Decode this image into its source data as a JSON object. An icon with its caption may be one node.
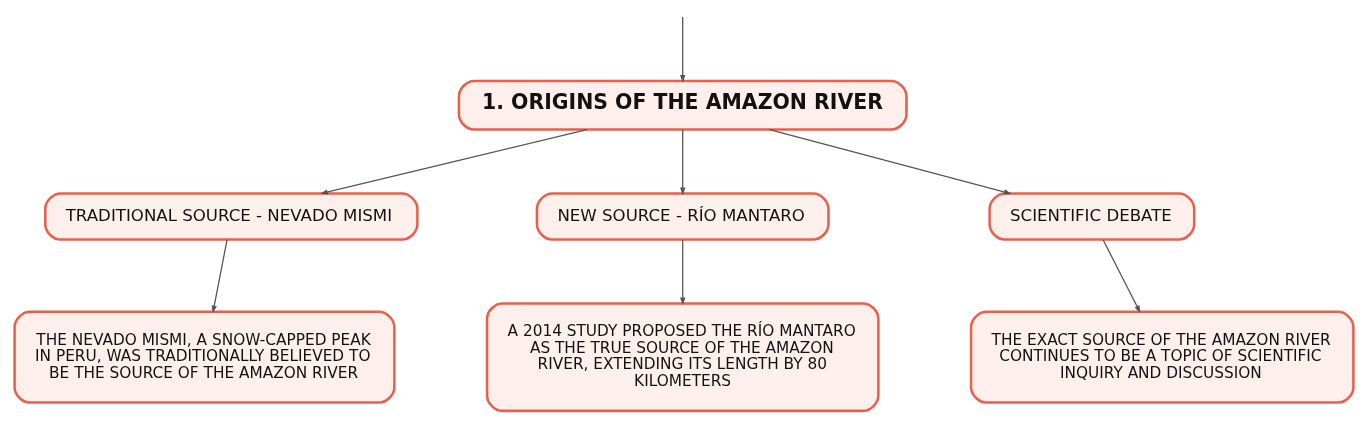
{
  "diagram": {
    "nodes": [
      {
        "text": [
          "1. ORIGINS OF THE AMAZON RIVER"
        ]
      },
      {
        "text": [
          "TRADITIONAL SOURCE - NEVADO MISMI"
        ]
      },
      {
        "text": [
          "NEW SOURCE - RÍO MANTARO"
        ]
      },
      {
        "text": [
          "SCIENTIFIC DEBATE"
        ]
      },
      {
        "text": [
          "THE NEVADO MISMI, A SNOW-CAPPED PEAK IN PERU, WAS TRADITIONALLY BELIEVED TO BE THE SOURCE OF THE AMAZON RIVER"
        ]
      },
      {
        "text": [
          "A 2014 STUDY PROPOSED THE RÍO MANTARO AS THE TRUE SOURCE OF THE AMAZON RIVER, EXTENDING ITS LENGTH BY 80 KILOMETERS"
        ]
      },
      {
        "text": [
          "THE EXACT SOURCE OF THE AMAZON RIVER CONTINUES TO BE A TOPIC OF SCIENTIFIC INQUIRY AND DISCUSSION"
        ]
      }
    ],
    "edges": [
      {
        "from": null,
        "to": 0,
        "arrow": "to"
      },
      {
        "from": 0,
        "to": 1,
        "arrow": "to"
      },
      {
        "from": 0,
        "to": 2,
        "arrow": "to"
      },
      {
        "from": 0,
        "to": 3,
        "arrow": "to"
      },
      {
        "from": 1,
        "to": 4,
        "arrow": "to"
      },
      {
        "from": 2,
        "to": 5,
        "arrow": "to"
      },
      {
        "from": 3,
        "to": 6,
        "arrow": "to"
      }
    ]
  }
}
